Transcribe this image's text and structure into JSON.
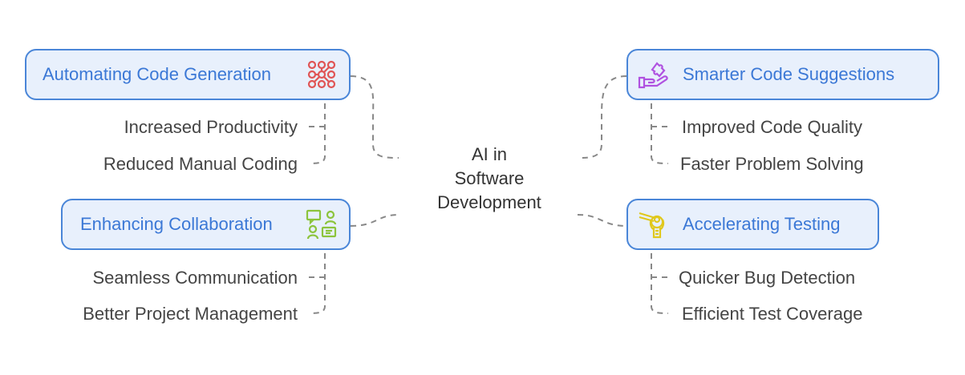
{
  "center": {
    "line1": "AI in",
    "line2": "Software",
    "line3": "Development"
  },
  "branches": [
    {
      "title": "Automating Code Generation",
      "icon": "network-grid-icon",
      "items": [
        "Increased Productivity",
        "Reduced Manual Coding"
      ]
    },
    {
      "title": "Smarter Code Suggestions",
      "icon": "hand-puzzle-icon",
      "items": [
        "Improved Code Quality",
        "Faster Problem Solving"
      ]
    },
    {
      "title": "Enhancing Collaboration",
      "icon": "people-chat-icon",
      "items": [
        "Seamless Communication",
        "Better Project Management"
      ]
    },
    {
      "title": "Accelerating Testing",
      "icon": "key-test-icon",
      "items": [
        "Quicker Bug Detection",
        "Efficient Test Coverage"
      ]
    }
  ],
  "colors": {
    "border": "#4a86d8",
    "fill": "#e8f0fc",
    "text": "#3b78d6",
    "red": "#e05555",
    "purple": "#b052e0",
    "green": "#8cc43c",
    "yellow": "#e0c81c"
  }
}
